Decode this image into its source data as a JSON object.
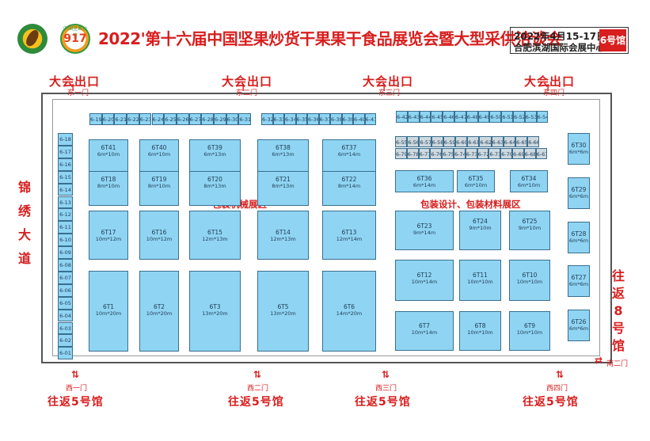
{
  "header": {
    "title": "2022'第十六届中国坚果炒货干果果干食品展览会暨大型采供洽谈会",
    "date": "2022年4月15-17日",
    "venue": "合肥滨湖国际会展中心",
    "hall": "6号馆",
    "logo2_number": "917",
    "logo2_text": "中国坚果炒货"
  },
  "exits_top": [
    {
      "label": "大会出口",
      "door": "东一门"
    },
    {
      "label": "大会出口",
      "door": "东二门"
    },
    {
      "label": "大会出口",
      "door": "东三门"
    },
    {
      "label": "大会出口",
      "door": "东四门"
    }
  ],
  "exits_bottom": [
    {
      "label": "往返5号馆",
      "door": "西一门"
    },
    {
      "label": "往返5号馆",
      "door": "西二门"
    },
    {
      "label": "往返5号馆",
      "door": "西三门"
    },
    {
      "label": "往返5号馆",
      "door": "西四门"
    }
  ],
  "left_road": [
    "锦",
    "绣",
    "大",
    "道"
  ],
  "right_label": [
    "往",
    "返",
    "8",
    "号",
    "馆"
  ],
  "south_door": "南二门",
  "zones": {
    "machinery": "包装机械展区",
    "design": "包装设计、包装材料展区"
  },
  "top_row_a": [
    "6-19",
    "6-20",
    "6-21",
    "6-22",
    "6-23",
    "6-24",
    "6-25",
    "6-26",
    "6-27",
    "6-28",
    "6-29",
    "6-30",
    "6-31"
  ],
  "top_row_b": [
    "6-32",
    "6-33",
    "6-34",
    "6-35",
    "6-36",
    "6-37",
    "6-38",
    "6-39",
    "6-40",
    "6-41"
  ],
  "top_row_c": [
    "6-42",
    "6-43",
    "6-44",
    "6-45",
    "6-46",
    "6-47",
    "6-48",
    "6-49",
    "6-50",
    "6-51",
    "6-52",
    "6-53",
    "6-54"
  ],
  "mid_row_1": [
    "6-55",
    "6-56",
    "6-57",
    "6-58",
    "6-59",
    "6-60",
    "6-61",
    "6-62",
    "6-63",
    "6-64",
    "6-65",
    "6-66"
  ],
  "mid_row_2": [
    "6-79",
    "6-78",
    "6-77",
    "6-76",
    "6-75",
    "6-74",
    "6-73",
    "6-72",
    "6-71",
    "6-70",
    "6-69",
    "6-68",
    "6-67"
  ],
  "left_col": [
    "6-18",
    "6-17",
    "6-16",
    "6-15",
    "6-14",
    "6-13",
    "6-12",
    "6-11",
    "6-10",
    "6-09",
    "6-08",
    "6-07",
    "6-06",
    "6-05",
    "6-04",
    "6-03",
    "6-02",
    "6-01"
  ],
  "booths": [
    {
      "id": "6T41",
      "size": "6m*10m"
    },
    {
      "id": "6T40",
      "size": "6m*10m"
    },
    {
      "id": "6T39",
      "size": "6m*13m"
    },
    {
      "id": "6T38",
      "size": "6m*13m"
    },
    {
      "id": "6T37",
      "size": "6m*14m"
    },
    {
      "id": "6T18",
      "size": "8m*10m"
    },
    {
      "id": "6T19",
      "size": "8m*10m"
    },
    {
      "id": "6T20",
      "size": "8m*13m"
    },
    {
      "id": "6T21",
      "size": "8m*13m"
    },
    {
      "id": "6T22",
      "size": "8m*14m"
    },
    {
      "id": "6T17",
      "size": "10m*12m"
    },
    {
      "id": "6T16",
      "size": "10m*12m"
    },
    {
      "id": "6T15",
      "size": "12m*13m"
    },
    {
      "id": "6T14",
      "size": "12m*13m"
    },
    {
      "id": "6T13",
      "size": "12m*14m"
    },
    {
      "id": "6T1",
      "size": "10m*20m"
    },
    {
      "id": "6T2",
      "size": "10m*20m"
    },
    {
      "id": "6T3",
      "size": "13m*20m"
    },
    {
      "id": "6T5",
      "size": "13m*20m"
    },
    {
      "id": "6T6",
      "size": "14m*20m"
    },
    {
      "id": "6T36",
      "size": "6m*14m"
    },
    {
      "id": "6T35",
      "size": "6m*10m"
    },
    {
      "id": "6T34",
      "size": "6m*10m"
    },
    {
      "id": "6T23",
      "size": "9m*14m"
    },
    {
      "id": "6T24",
      "size": "9m*10m"
    },
    {
      "id": "6T25",
      "size": "9m*10m"
    },
    {
      "id": "6T12",
      "size": "10m*14m"
    },
    {
      "id": "6T11",
      "size": "10m*10m"
    },
    {
      "id": "6T10",
      "size": "10m*10m"
    },
    {
      "id": "6T7",
      "size": "10m*14m"
    },
    {
      "id": "6T8",
      "size": "10m*10m"
    },
    {
      "id": "6T9",
      "size": "10m*10m"
    },
    {
      "id": "6T30",
      "size": "6m*6m"
    },
    {
      "id": "6T29",
      "size": "6m*6m"
    },
    {
      "id": "6T28",
      "size": "6m*6m"
    },
    {
      "id": "6T27",
      "size": "6m*6m"
    },
    {
      "id": "6T26",
      "size": "6m*6m"
    }
  ]
}
